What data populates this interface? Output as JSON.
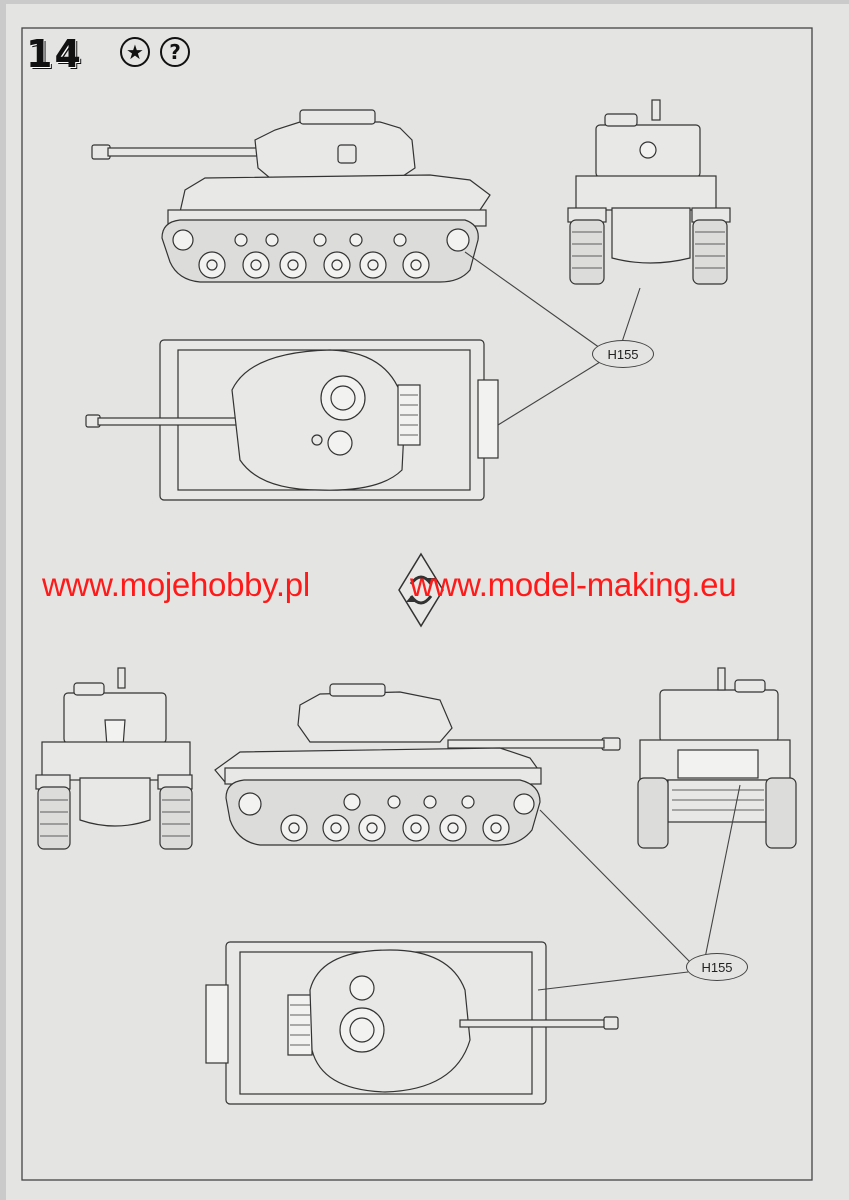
{
  "step": {
    "number": "14"
  },
  "badges": {
    "question": "?"
  },
  "callouts": {
    "upper": "H155",
    "lower": "H155"
  },
  "watermarks": {
    "left": "www.mojehobby.pl",
    "right": "www.model-making.eu"
  },
  "colors": {
    "paper": "#e6e6e4",
    "ink": "#333333",
    "watermark": "#ff1a1a"
  },
  "icons": [
    "star-badge-icon",
    "question-badge-icon",
    "turn-over-arrow-icon"
  ]
}
